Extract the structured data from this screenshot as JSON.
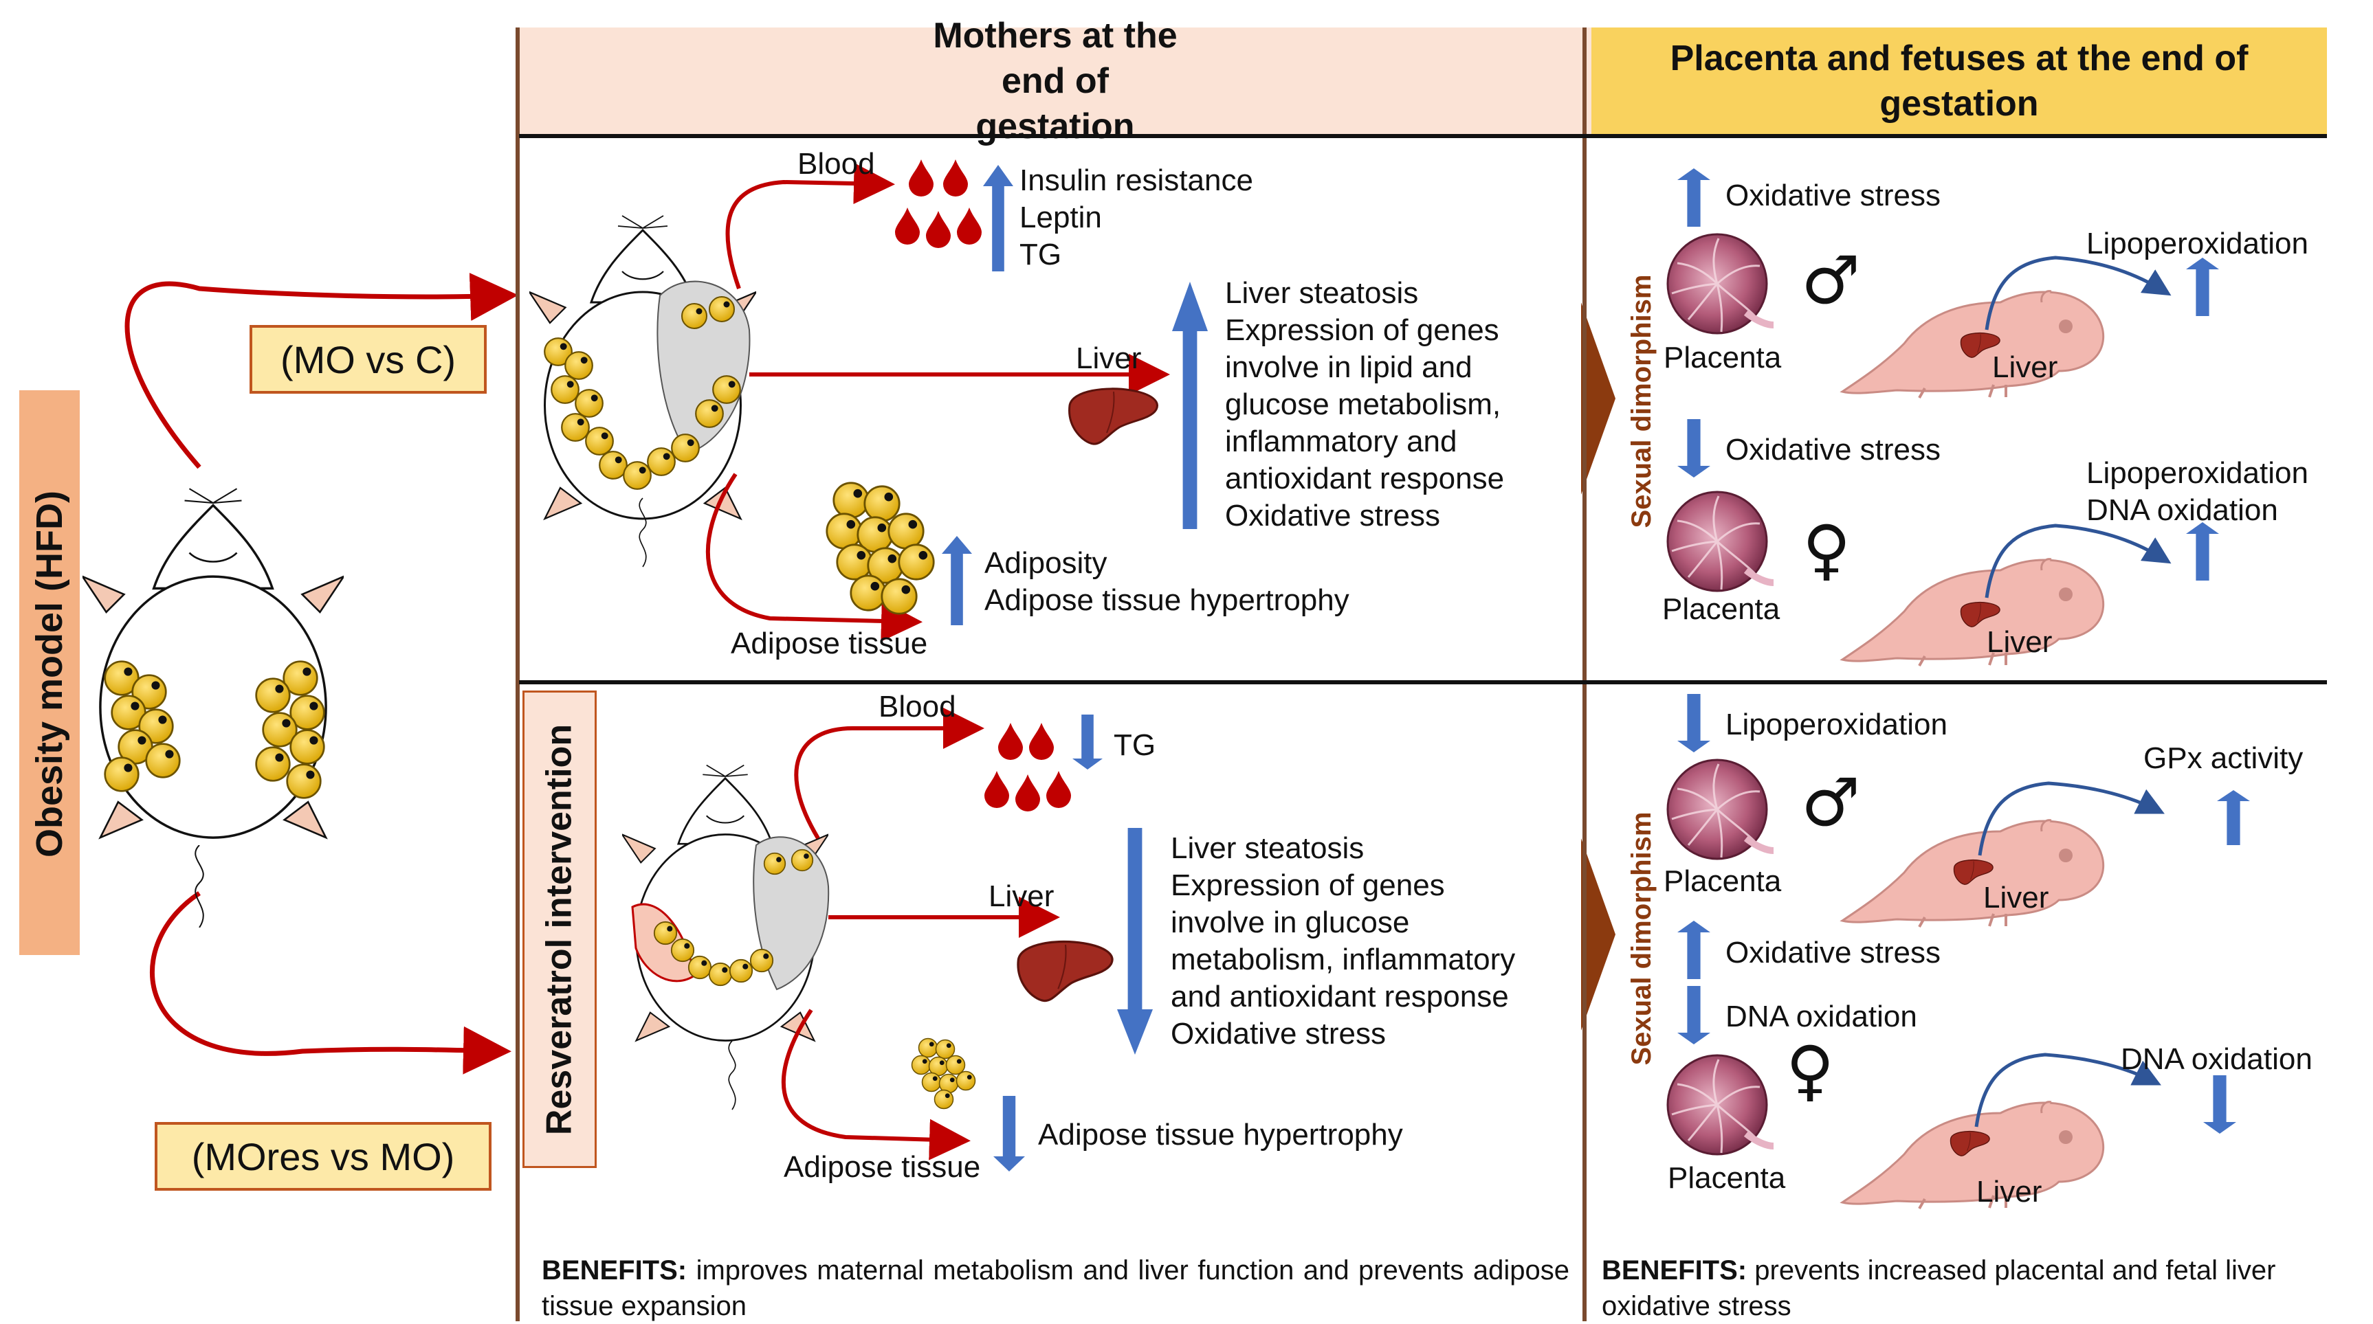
{
  "headers": {
    "mothers": "Mothers at the end of gestation",
    "placenta": "Placenta and fetuses at the end of gestation"
  },
  "left": {
    "model_label": "Obesity model (HFD)",
    "comparison_top": "(MO vs C)",
    "comparison_bottom": "(MOres vs MO)"
  },
  "mo_panel": {
    "blood_label": "Blood",
    "blood_effects": [
      "Insulin resistance",
      "Leptin",
      "TG"
    ],
    "liver_label": "Liver",
    "liver_effects": [
      "Liver steatosis",
      "Expression of genes",
      "involve in lipid and",
      "glucose metabolism,",
      "inflammatory and",
      "antioxidant response",
      "Oxidative stress"
    ],
    "adipose_label": "Adipose tissue",
    "adipose_effects": [
      "Adiposity",
      "Adipose tissue hypertrophy"
    ]
  },
  "res_panel": {
    "intervention_label": "Resveratrol intervention",
    "blood_label": "Blood",
    "blood_effect": "TG",
    "liver_label": "Liver",
    "liver_effects": [
      "Liver steatosis",
      "Expression of genes",
      "involve in glucose",
      "metabolism, inflammatory",
      "and antioxidant response",
      "Oxidative stress"
    ],
    "adipose_label": "Adipose tissue",
    "adipose_effect": "Adipose tissue hypertrophy",
    "benefits_label": "BENEFITS:",
    "benefits_text": "improves maternal metabolism and liver function and prevents adipose tissue expansion"
  },
  "fetal_top": {
    "sexual_dimorphism": "Sexual dimorphism",
    "male_placenta_effect": "Oxidative stress",
    "male_placenta_label": "Placenta",
    "male_symbol": "♂",
    "male_liver_label": "Liver",
    "male_liver_effect": "Lipoperoxidation",
    "female_placenta_effect": "Oxidative stress",
    "female_placenta_label": "Placenta",
    "female_symbol": "♀",
    "female_liver_label": "Liver",
    "female_liver_effects": [
      "Lipoperoxidation",
      "DNA oxidation"
    ]
  },
  "fetal_bottom": {
    "sexual_dimorphism": "Sexual dimorphism",
    "male_placenta_effect": "Lipoperoxidation",
    "male_placenta_label": "Placenta",
    "male_symbol": "♂",
    "male_liver_label": "Liver",
    "male_liver_effect": "GPx activity",
    "female_placenta_effect_up": "Oxidative stress",
    "female_placenta_effect_down": "DNA oxidation",
    "female_placenta_label": "Placenta",
    "female_symbol": "♀",
    "female_liver_label": "Liver",
    "female_liver_effect": "DNA oxidation",
    "benefits_label": "BENEFITS:",
    "benefits_text": "prevents increased placental and fetal liver oxidative stress"
  },
  "colors": {
    "mothers_header_bg": "#fbe3d6",
    "placenta_header_bg": "#f9d25e",
    "comparison_box_bg": "#fde9a8",
    "comparison_box_border": "#c0561f",
    "model_label_bg": "#f4b183",
    "arrow_blue": "#4472c4",
    "arrow_red": "#c00000",
    "divider_brown": "#7a4a2e",
    "dimorphism_brown": "#8b3a0f",
    "fat_yellow": "#f2c12e",
    "liver_red": "#9e2a22"
  }
}
